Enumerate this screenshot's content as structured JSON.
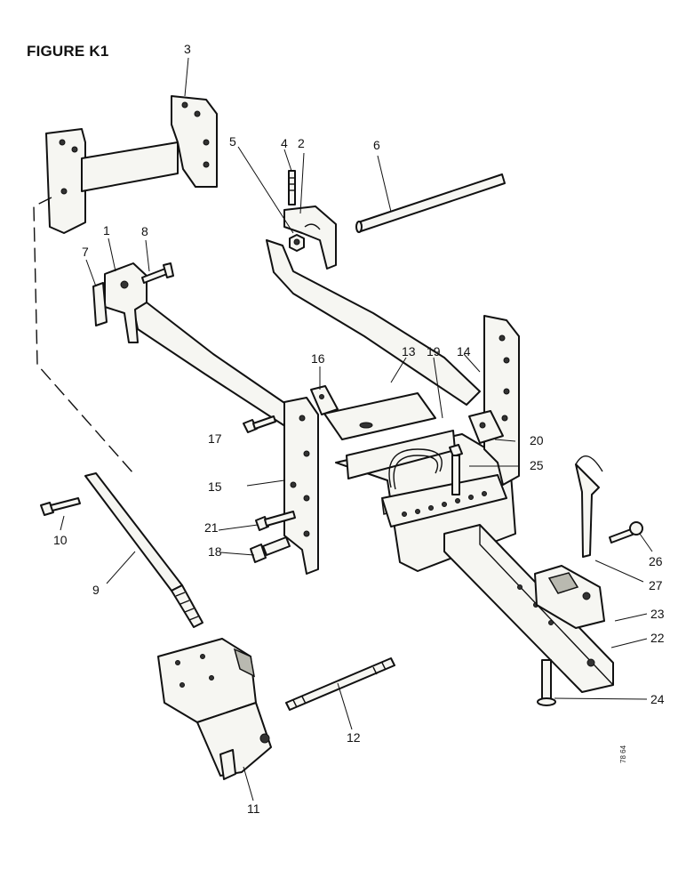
{
  "figure": {
    "title": "FIGURE K1",
    "code": "78 64"
  },
  "callouts": {
    "c1": "1",
    "c2": "2",
    "c3": "3",
    "c4": "4",
    "c5": "5",
    "c6": "6",
    "c7": "7",
    "c8": "8",
    "c9": "9",
    "c10": "10",
    "c11": "11",
    "c12": "12",
    "c13": "13",
    "c14": "14",
    "c15": "15",
    "c16": "16",
    "c17": "17",
    "c18": "18",
    "c19": "19",
    "c20": "20",
    "c21": "21",
    "c22": "22",
    "c23": "23",
    "c24": "24",
    "c25": "25",
    "c26": "26",
    "c27": "27"
  }
}
